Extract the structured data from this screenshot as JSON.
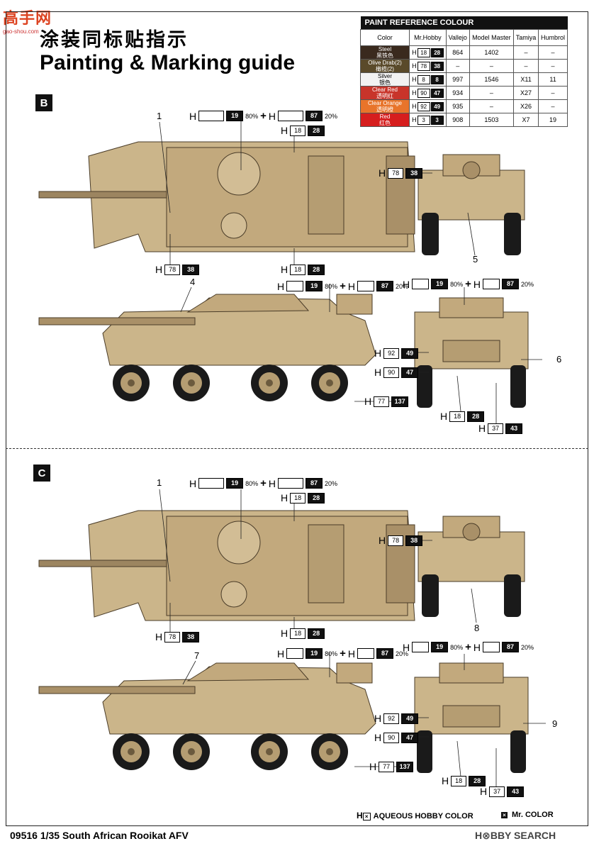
{
  "watermark": {
    "text": "高手网",
    "sub": "gao-shou.com"
  },
  "header": {
    "title_cn": "涂装同标贴指示",
    "title_en": "Painting & Marking guide"
  },
  "paint_table": {
    "title": "PAINT  REFERENCE COLOUR",
    "columns": [
      "Color",
      "Mr.Hobby",
      "Vallejo",
      "Model Master",
      "Tamiya",
      "Humbrol"
    ],
    "rows": [
      {
        "name": "Steel",
        "cn": "黑铁色",
        "swatch": "#3a2a1e",
        "h1": "18",
        "h2": "28",
        "vallejo": "864",
        "mm": "1402",
        "tamiya": "–",
        "humbrol": "–"
      },
      {
        "name": "Olive Drab(2)",
        "cn": "橄榄(2)",
        "swatch": "#5a4a2a",
        "h1": "78",
        "h2": "38",
        "vallejo": "–",
        "mm": "–",
        "tamiya": "–",
        "humbrol": "–"
      },
      {
        "name": "Silver",
        "cn": "银色",
        "swatch": "#f2f2f2",
        "h1": "8",
        "h2": "8",
        "vallejo": "997",
        "mm": "1546",
        "tamiya": "X11",
        "humbrol": "11"
      },
      {
        "name": "Clear Red",
        "cn": "透明红",
        "swatch": "#c8342a",
        "h1": "90",
        "h2": "47",
        "vallejo": "934",
        "mm": "–",
        "tamiya": "X27",
        "humbrol": "–"
      },
      {
        "name": "Clear Orange",
        "cn": "透明橙",
        "swatch": "#e8742a",
        "h1": "92",
        "h2": "49",
        "vallejo": "935",
        "mm": "–",
        "tamiya": "X26",
        "humbrol": "–"
      },
      {
        "name": "Red",
        "cn": "红色",
        "swatch": "#d61e1e",
        "h1": "3",
        "h2": "3",
        "vallejo": "908",
        "mm": "1503",
        "tamiya": "X7",
        "humbrol": "19"
      }
    ]
  },
  "sections": {
    "b": "B",
    "c": "C"
  },
  "callouts": {
    "h": "H",
    "plus": "+",
    "pct80": "80%",
    "pct20": "20%",
    "c19": "19",
    "c87": "87",
    "c18": "18",
    "c28": "28",
    "c78": "78",
    "c38": "38",
    "c92": "92",
    "c49": "49",
    "c90": "90",
    "c47": "47",
    "c77": "77",
    "c137": "137",
    "c37": "37",
    "c43": "43"
  },
  "numbers": {
    "n1": "1",
    "n4": "4",
    "n5": "5",
    "n6": "6",
    "n7": "7",
    "n8": "8",
    "n9": "9"
  },
  "legend": {
    "aqueous": "AQUEOUS HOBBY COLOR",
    "mr": "Mr. COLOR"
  },
  "footer": {
    "text": "09516  1/35  South African Rooikat AFV",
    "logo": "H⊗BBY SEARCH"
  },
  "colors": {
    "sand": "#cbb58a",
    "sand_dark": "#a99068",
    "ink": "#111111"
  }
}
